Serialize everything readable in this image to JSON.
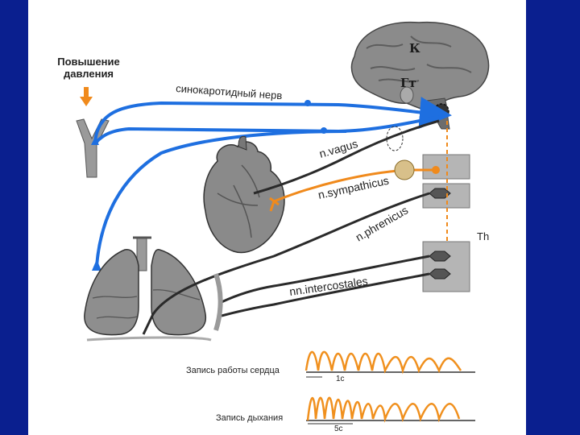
{
  "labels": {
    "pressure_rise_line1": "Повышение",
    "pressure_rise_line2": "давления",
    "carotid_sinus_nerve": "синокаротидный нерв",
    "cortex": "К",
    "hypothalamus": "Гт",
    "vagus": "n.vagus",
    "sympathicus": "n.sympathicus",
    "phrenicus": "n.phrenicus",
    "intercostales": "nn.intercostales",
    "thoracic": "Th",
    "heart_record": "Запись работы сердца",
    "heart_scale": "1с",
    "breath_record": "Запись дыхания",
    "breath_scale": "5с"
  },
  "colors": {
    "background": "#0a1f8f",
    "blue_nerve": "#1e6fe0",
    "orange_nerve": "#f08a1c",
    "dark_nerve": "#2a2a2a",
    "waveform": "#f0901e"
  }
}
